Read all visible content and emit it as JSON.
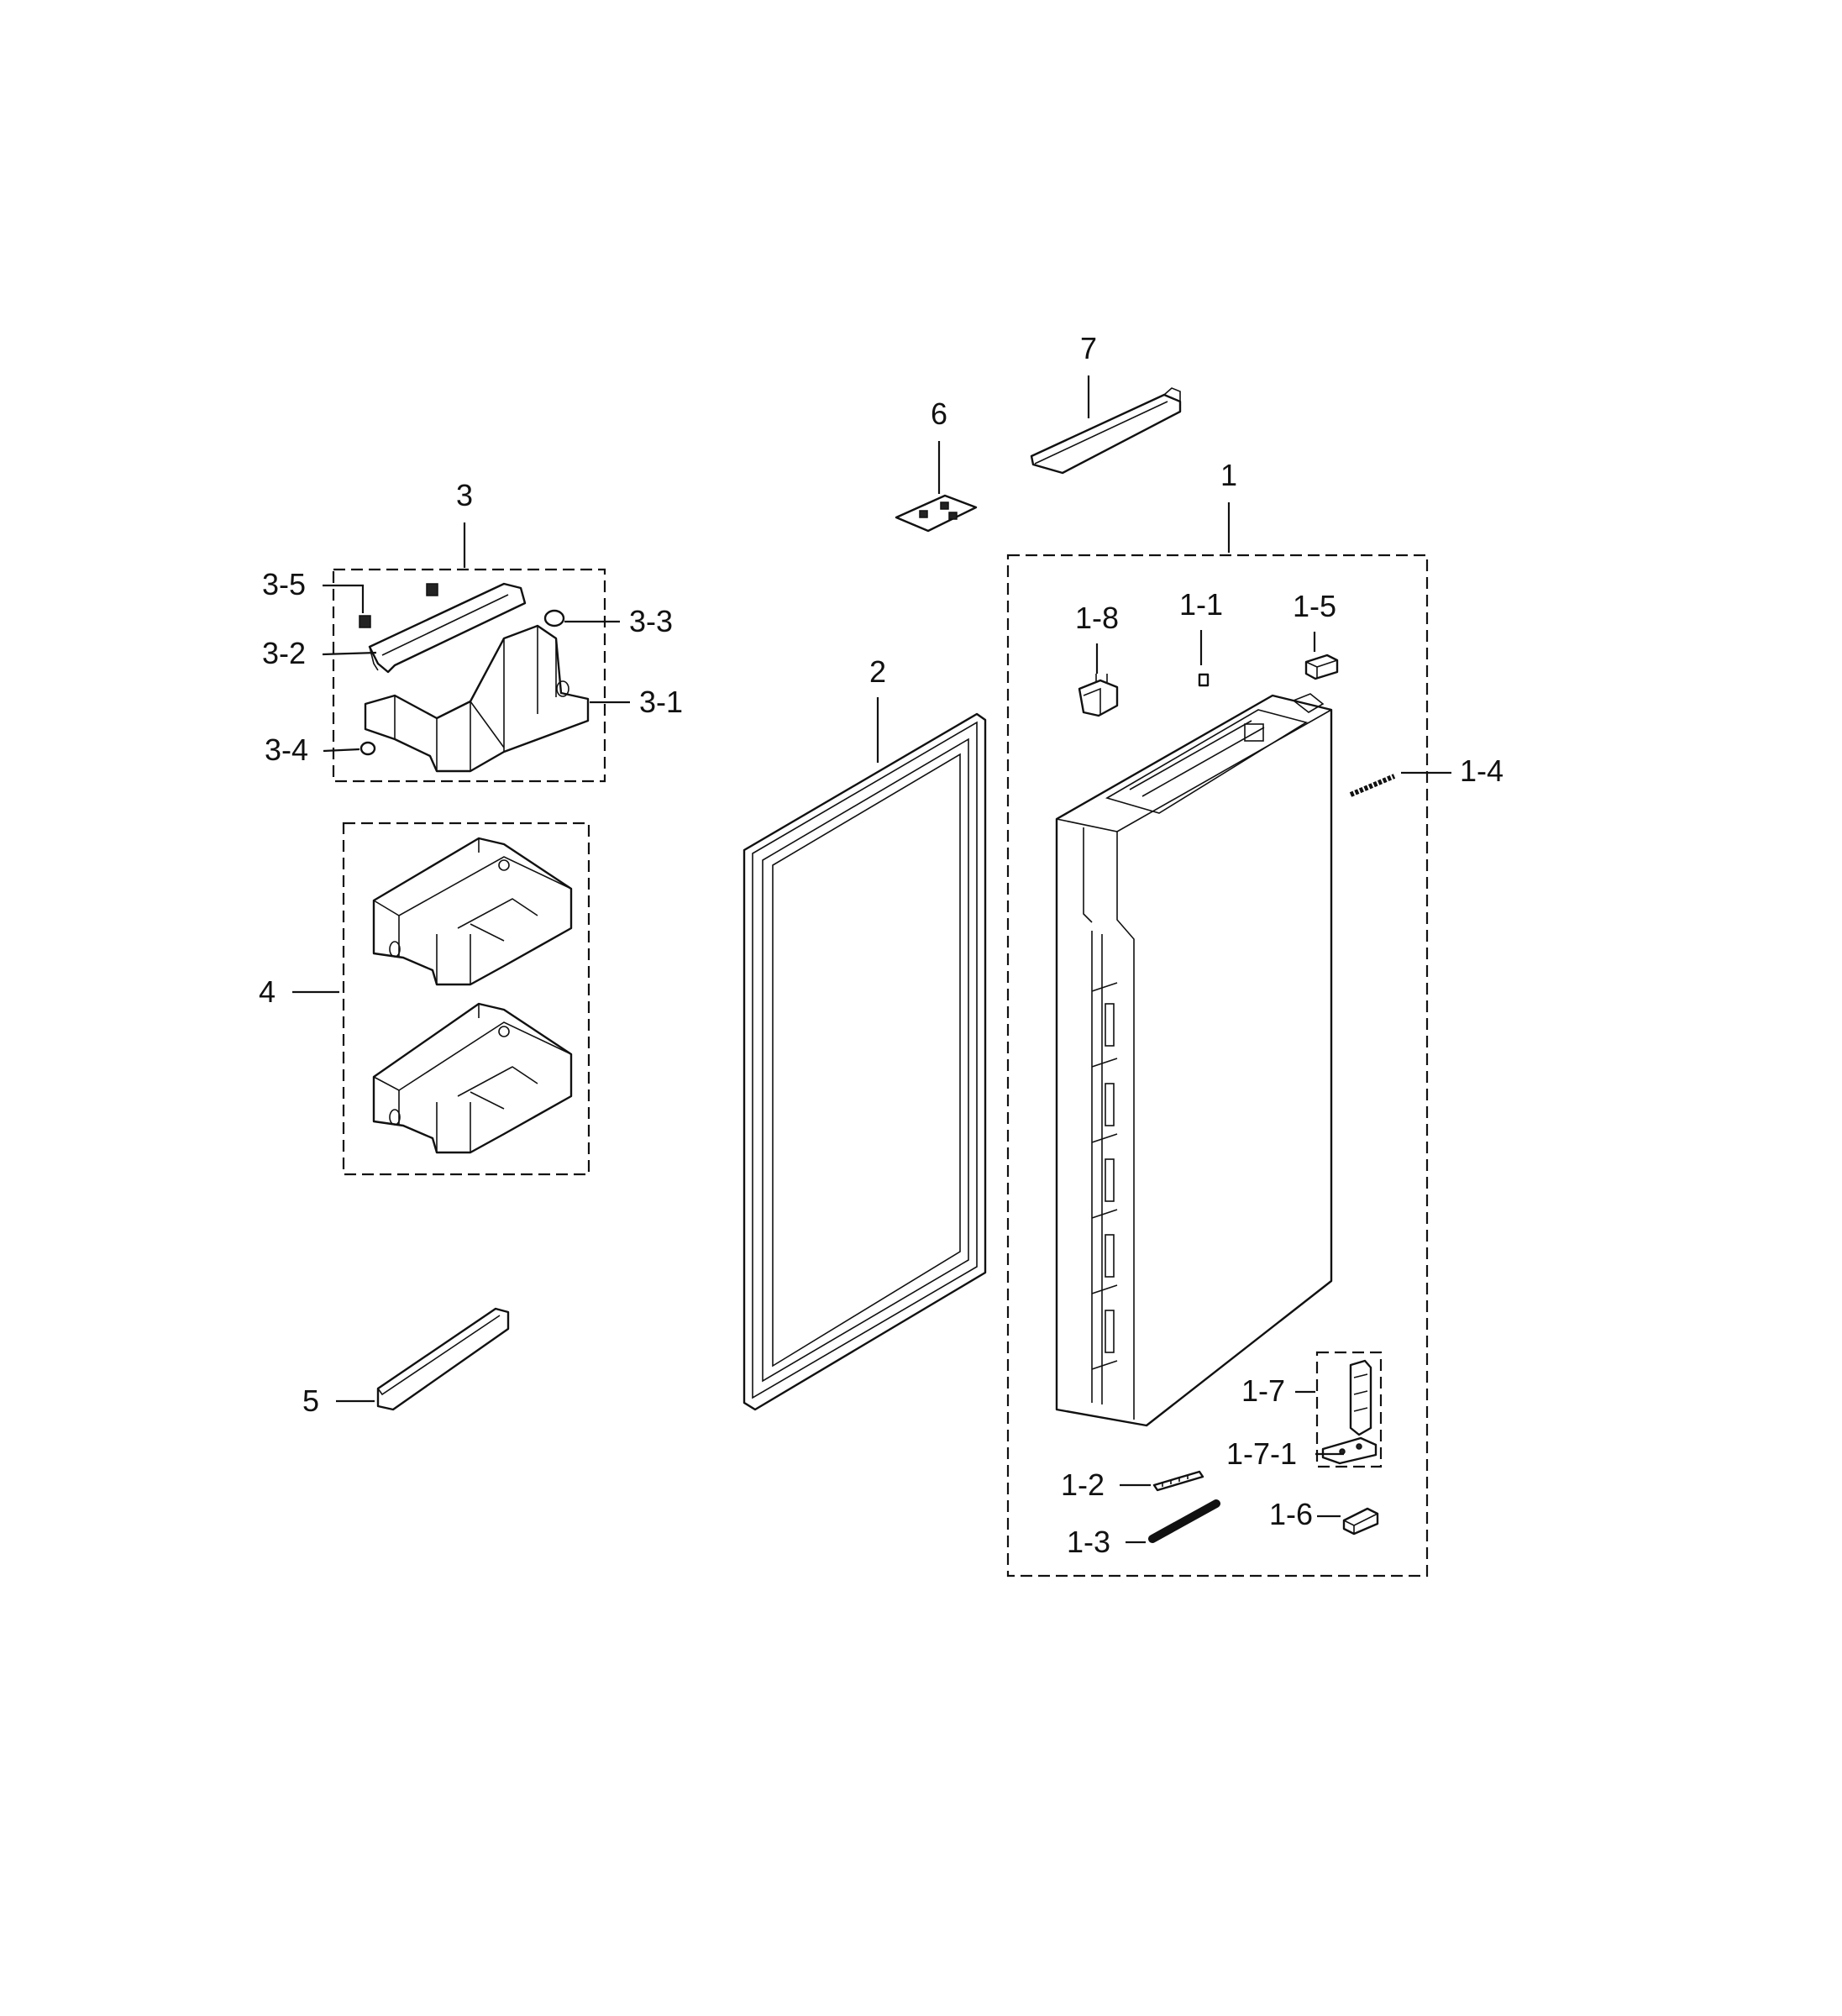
{
  "labels": {
    "p1": "1",
    "p1_1": "1-1",
    "p1_2": "1-2",
    "p1_3": "1-3",
    "p1_4": "1-4",
    "p1_5": "1-5",
    "p1_6": "1-6",
    "p1_7": "1-7",
    "p1_7_1": "1-7-1",
    "p1_8": "1-8",
    "p2": "2",
    "p3": "3",
    "p3_1": "3-1",
    "p3_2": "3-2",
    "p3_3": "3-3",
    "p3_4": "3-4",
    "p3_5": "3-5",
    "p4": "4",
    "p5": "5",
    "p6": "6",
    "p7": "7"
  }
}
